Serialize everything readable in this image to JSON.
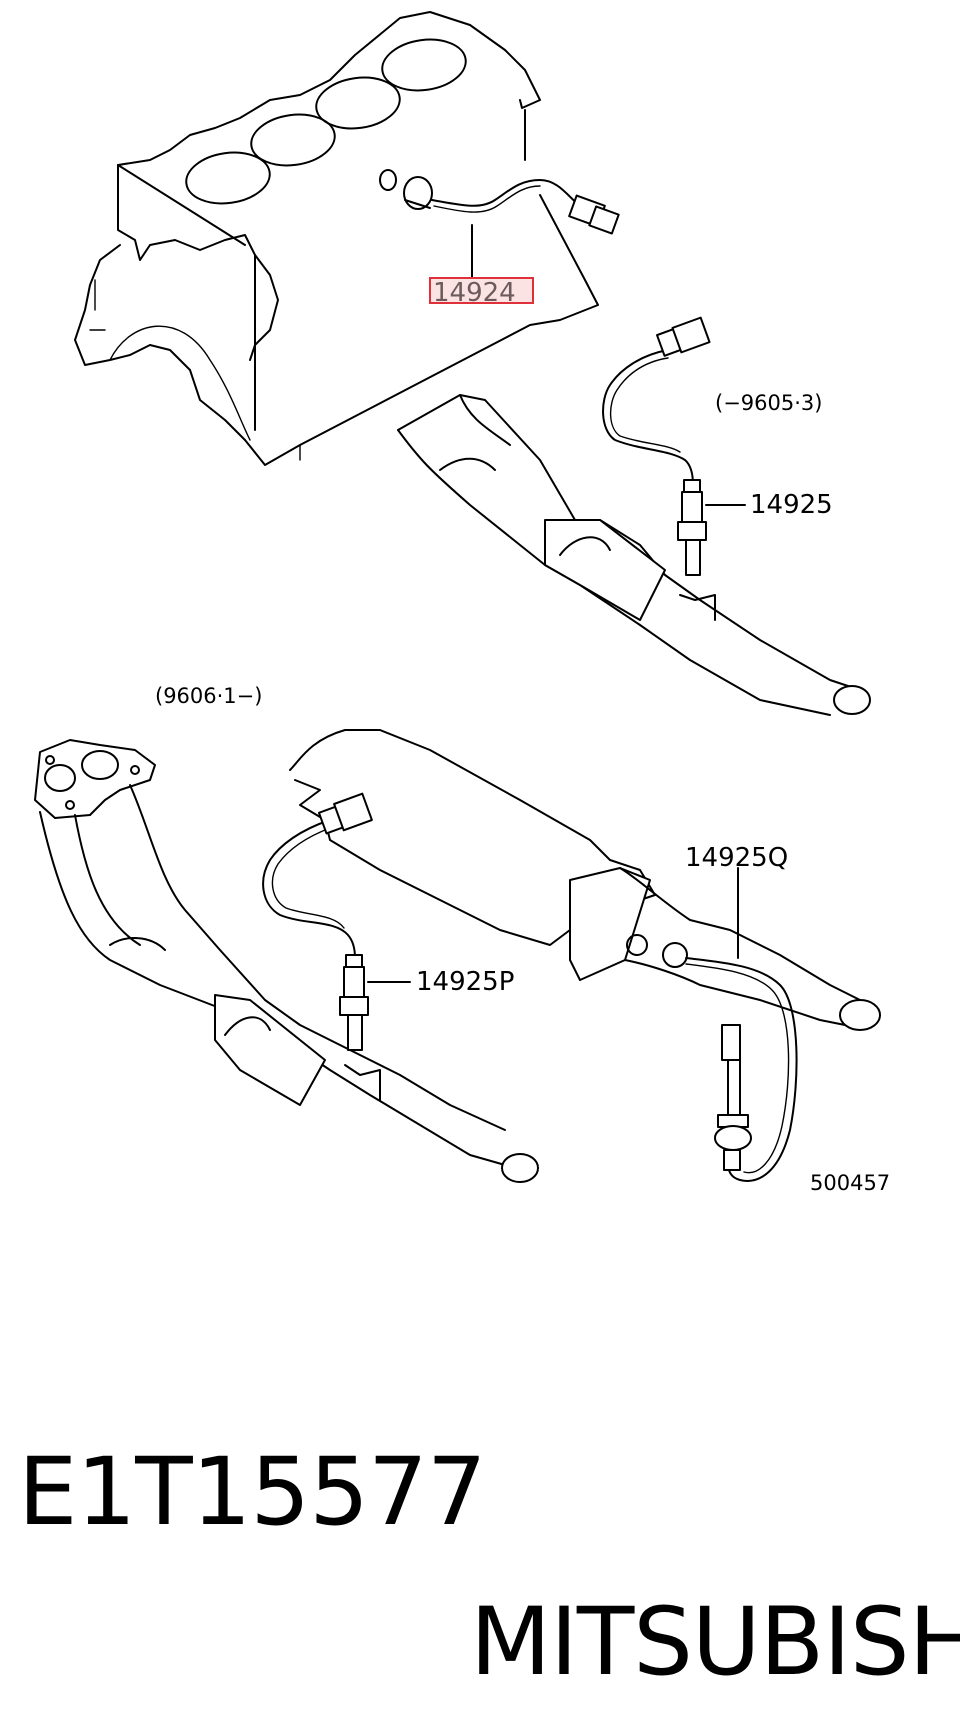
{
  "diagram": {
    "callouts": {
      "oxygen_sensor_front": "14924",
      "oxygen_sensor_rear_early": "14925",
      "oxygen_sensor_rear_late_p": "14925P",
      "oxygen_sensor_rear_late_q": "14925Q"
    },
    "date_ranges": {
      "early": "(−9605·3)",
      "late": "(9606·1−)"
    },
    "figure_number": "500457",
    "highlighted_callout": "oxygen_sensor_front",
    "highlight_color": "#e0303a",
    "highlight_fill": "#fbe3e4"
  },
  "caption": {
    "part_number": "E1T15577",
    "brand": "MITSUBISHI"
  }
}
